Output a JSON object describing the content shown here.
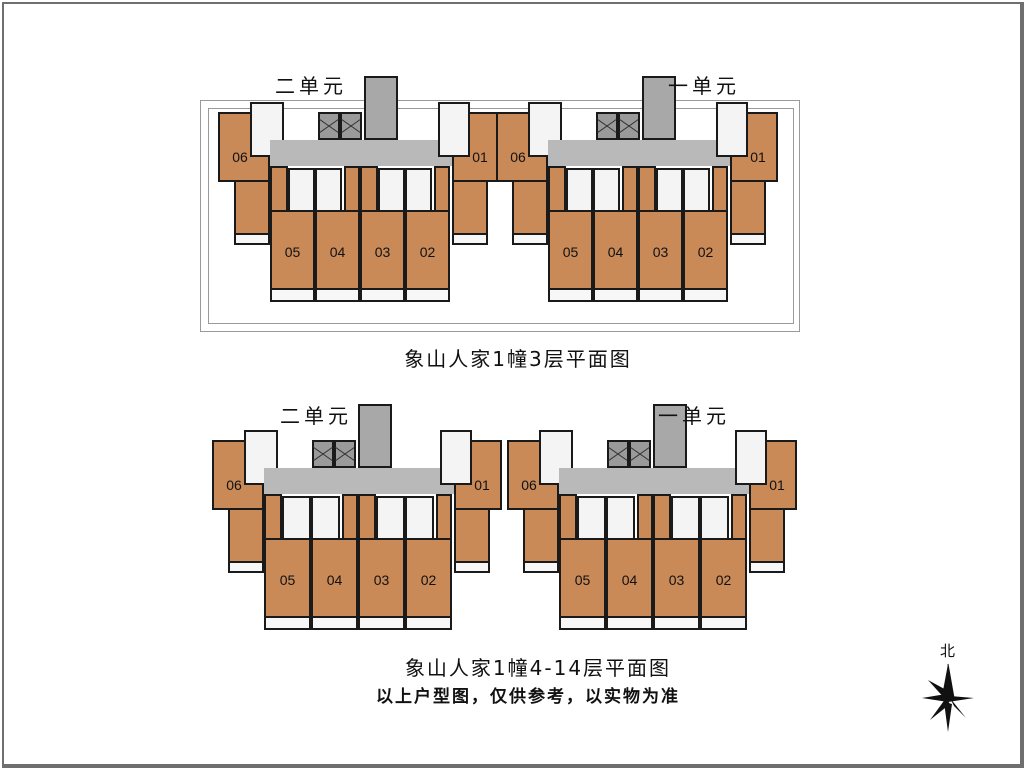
{
  "plans": [
    {
      "title": "象山人家1幢3层平面图",
      "unit_two_label": "二单元",
      "unit_one_label": "一单元",
      "rooms": [
        "06",
        "05",
        "04",
        "03",
        "02",
        "01",
        "06",
        "05",
        "04",
        "03",
        "02",
        "01"
      ]
    },
    {
      "title": "象山人家1幢4-14层平面图",
      "unit_two_label": "二单元",
      "unit_one_label": "一单元",
      "rooms": [
        "06",
        "05",
        "04",
        "03",
        "02",
        "01",
        "06",
        "05",
        "04",
        "03",
        "02",
        "01"
      ]
    }
  ],
  "note": "以上户型图，仅供参考，以实物为准",
  "compass": {
    "label": "北",
    "icon": "north-arrow-compass-icon"
  },
  "colors": {
    "room": "#c98a58",
    "corridor": "#b9b9b9",
    "wall": "#1a1a1a"
  }
}
